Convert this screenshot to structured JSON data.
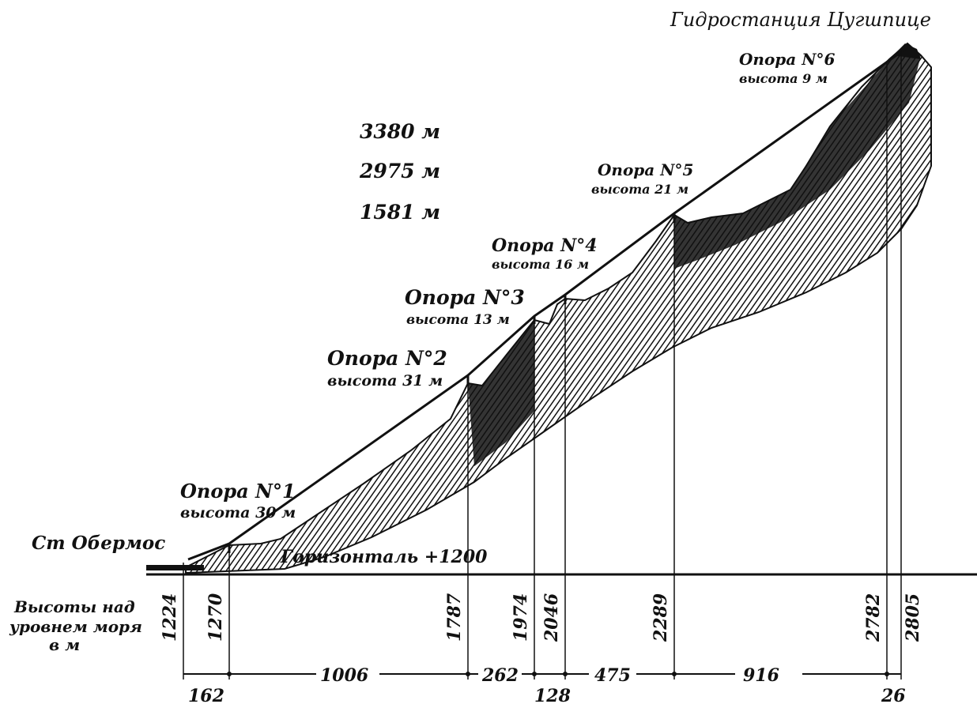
{
  "diagram": {
    "station_top": "Гидростанция Цугшпице",
    "station_bottom": "Ст Обермос",
    "horizontal_label": "Горизонталь +1200",
    "heights_caption": [
      "Высоты над",
      "уровнем моря",
      "в м"
    ],
    "spans": [
      "3380 м",
      "2975 м",
      "1581 м"
    ],
    "towers": [
      {
        "name": "Опора N°1",
        "height": "высота 30 м"
      },
      {
        "name": "Опора N°2",
        "height": "высота 31 м"
      },
      {
        "name": "Опора N°3",
        "height": "высота 13 м"
      },
      {
        "name": "Опора N°4",
        "height": "высота 16 м"
      },
      {
        "name": "Опора N°5",
        "height": "высота 21 м"
      },
      {
        "name": "Опора N°6",
        "height": "высота 9 м"
      }
    ],
    "elevations": [
      "1224",
      "1270",
      "1787",
      "1974",
      "2046",
      "2289",
      "2782",
      "2805"
    ],
    "distances": {
      "upper": [
        "1006",
        "262",
        "475",
        "916"
      ],
      "lower": [
        "162",
        "128",
        "26"
      ]
    }
  }
}
